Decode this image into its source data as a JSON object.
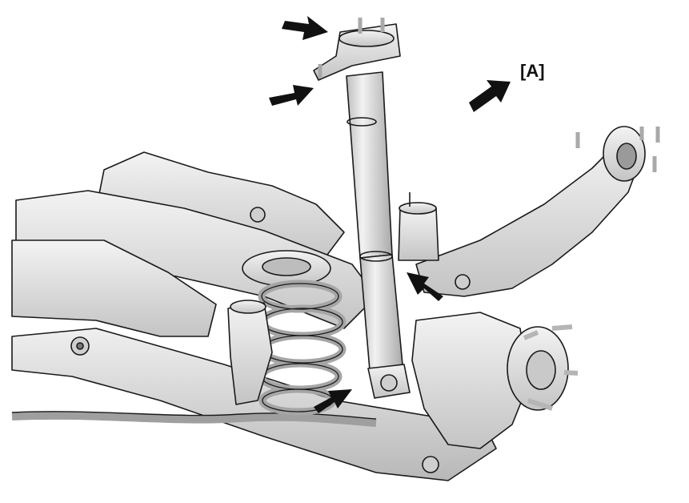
{
  "figure": {
    "direction_label": "[A]",
    "callouts": [
      {
        "id": "arrow-upper-mount-top",
        "target": "upper-mount-nut-top"
      },
      {
        "id": "arrow-upper-mount-side",
        "target": "upper-mount-nut-side"
      },
      {
        "id": "arrow-lower-shock-body",
        "target": "shock-absorber-lower"
      },
      {
        "id": "arrow-lower-mount-bolt",
        "target": "lower-mount-bolt"
      }
    ],
    "colors": {
      "background": "#ffffff",
      "line": "#1a1a1a",
      "part_fill": "#e6e6e6",
      "part_shade": "#bdbdbd",
      "arrow": "#111111"
    }
  }
}
